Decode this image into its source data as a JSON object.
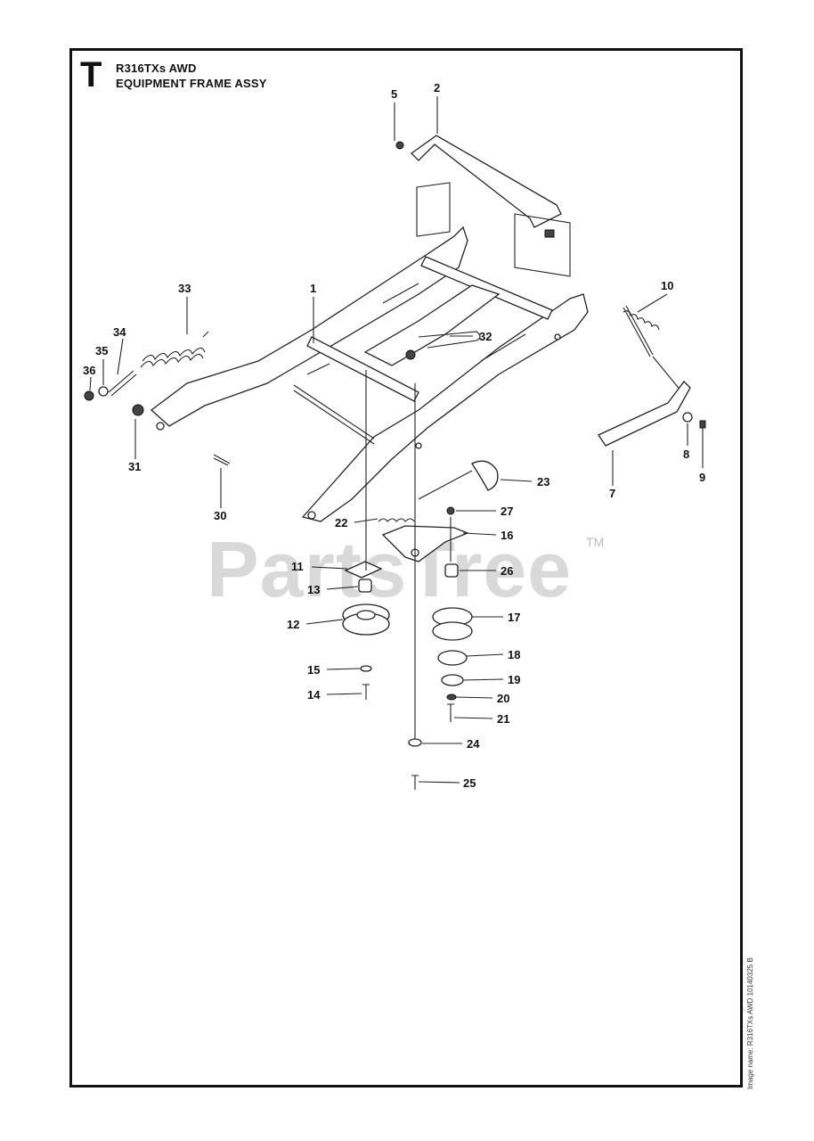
{
  "header": {
    "section_letter": "T",
    "model": "R316TXs AWD",
    "assembly": "EQUIPMENT FRAME ASSY"
  },
  "watermark": {
    "text": "PartsTree",
    "trademark": "TM"
  },
  "side_caption": "Image name: R316TXs AWD 10140325 B",
  "callouts": [
    "1",
    "2",
    "5",
    "7",
    "8",
    "9",
    "10",
    "11",
    "12",
    "13",
    "14",
    "15",
    "16",
    "17",
    "18",
    "19",
    "20",
    "21",
    "22",
    "23",
    "24",
    "25",
    "26",
    "27",
    "30",
    "31",
    "32",
    "33",
    "34",
    "35",
    "36"
  ]
}
